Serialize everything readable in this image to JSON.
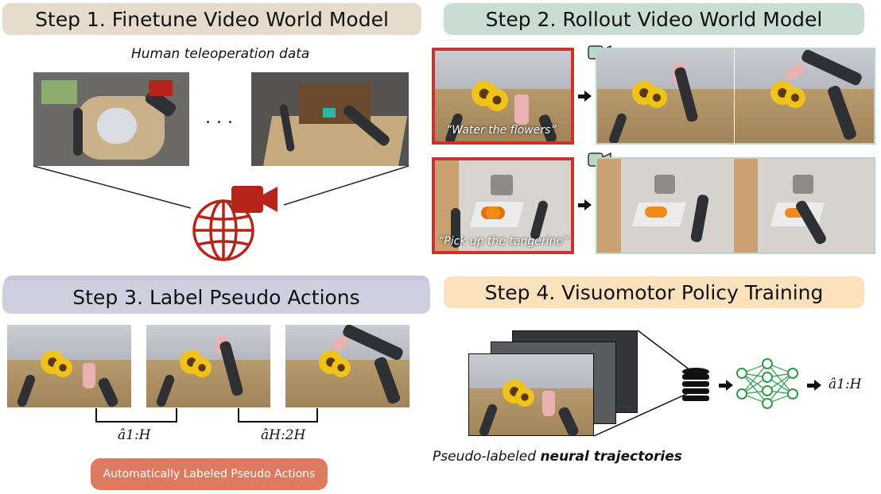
{
  "step1": {
    "title": "Step 1. Finetune Video World Model",
    "subtitle": "Human teleoperation data",
    "ellipsis": ". . ."
  },
  "step2": {
    "title": "Step 2. Rollout Video World Model",
    "captions": [
      "“Water the flowers”",
      "“Pick up the tangerine”"
    ]
  },
  "step3": {
    "title": "Step 3. Label Pseudo Actions",
    "labels": [
      "â1:H",
      "âH:2H"
    ],
    "button": "Automatically Labeled Pseudo Actions"
  },
  "step4": {
    "title": "Step 4. Visuomotor Policy Training",
    "output_label": "â1:H",
    "caption_normal": "Pseudo-labeled ",
    "caption_bold": "neural trajectories"
  },
  "colors": {
    "step1_bg": "#e6dccb",
    "step2_bg": "#c9ddd5",
    "step3_bg": "#d0cfe0",
    "step4_bg": "#fbe2bd",
    "accent_red": "#b7241b",
    "button_bg": "#de7a5f",
    "network_green": "#2d9a4a"
  },
  "icons": [
    "globe-icon",
    "video-camera-icon",
    "database-icon",
    "neural-network-icon",
    "arrow-right-icon"
  ]
}
